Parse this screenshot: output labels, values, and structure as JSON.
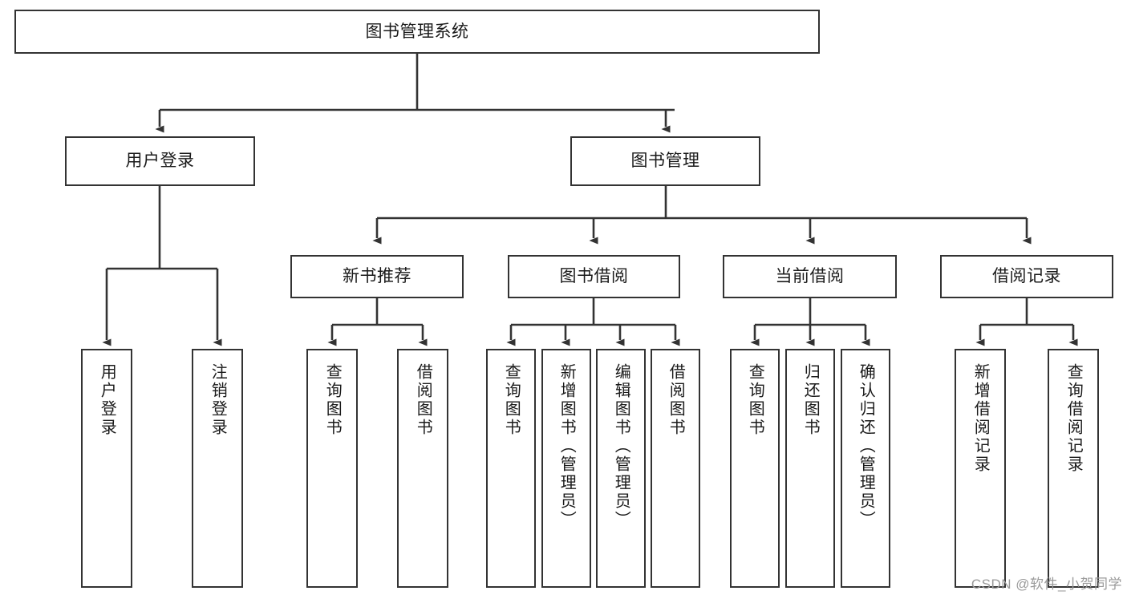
{
  "diagram": {
    "type": "tree",
    "title": "图书管理系统",
    "root": {
      "label": "图书管理系统"
    },
    "level2": [
      {
        "label": "用户登录"
      },
      {
        "label": "图书管理"
      }
    ],
    "level3": [
      {
        "label": "新书推荐"
      },
      {
        "label": "图书借阅"
      },
      {
        "label": "当前借阅"
      },
      {
        "label": "借阅记录"
      }
    ],
    "leaves": {
      "user_login": [
        {
          "label": "用户登录"
        },
        {
          "label": "注销登录"
        }
      ],
      "new_book_recommend": [
        {
          "label": "查询图书"
        },
        {
          "label": "借阅图书"
        }
      ],
      "book_borrow": [
        {
          "label": "查询图书"
        },
        {
          "label": "新增图书（管理员）"
        },
        {
          "label": "编辑图书（管理员）"
        },
        {
          "label": "借阅图书"
        }
      ],
      "current_borrow": [
        {
          "label": "查询图书"
        },
        {
          "label": "归还图书"
        },
        {
          "label": "确认归还（管理员）"
        }
      ],
      "borrow_record": [
        {
          "label": "新增借阅记录"
        },
        {
          "label": "查询借阅记录"
        }
      ]
    }
  },
  "watermark": {
    "text": "CSDN @软件_小贺同学"
  },
  "colors": {
    "stroke": "#333333",
    "text": "#1a1a1a",
    "background": "#ffffff",
    "watermark": "#9a9a9a"
  }
}
